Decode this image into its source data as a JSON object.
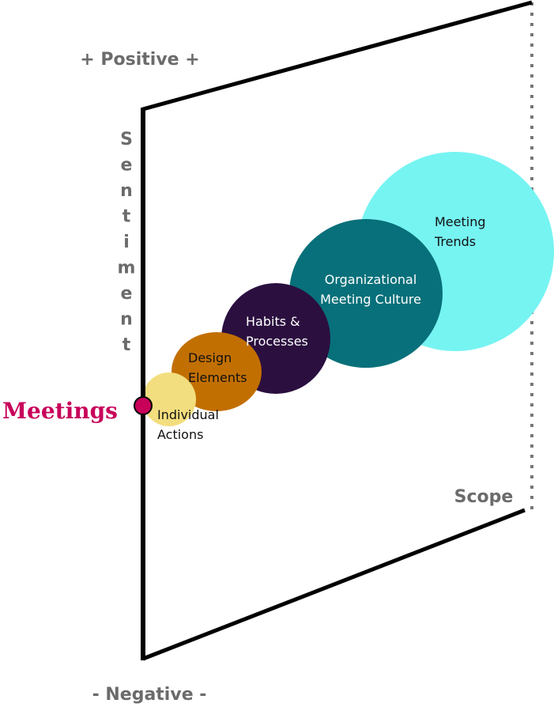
{
  "labels": {
    "positive": "+ Positive +",
    "negative": "- Negative -",
    "sentiment": [
      "S",
      "e",
      "n",
      "t",
      "i",
      "m",
      "e",
      "n",
      "t"
    ],
    "scope": "Scope",
    "meetings": "Meetings"
  },
  "bubbles": [
    {
      "lines": [
        "Individual",
        "Actions"
      ],
      "color": "#f2de7e",
      "text_color": "#111111"
    },
    {
      "lines": [
        "Design",
        "Elements"
      ],
      "color": "#c26f02",
      "text_color": "#111111"
    },
    {
      "lines": [
        "Habits &",
        "Processes"
      ],
      "color": "#2b0f3f",
      "text_color": "#ffffff"
    },
    {
      "lines": [
        "Organizational",
        "Meeting Culture"
      ],
      "color": "#08707a",
      "text_color": "#ffffff"
    },
    {
      "lines": [
        "Meeting",
        "Trends"
      ],
      "color": "#76f4f2",
      "text_color": "#111111"
    }
  ],
  "colors": {
    "accent": "#c8005a",
    "frame": "#000000",
    "axis_text": "#6b6b6b"
  }
}
